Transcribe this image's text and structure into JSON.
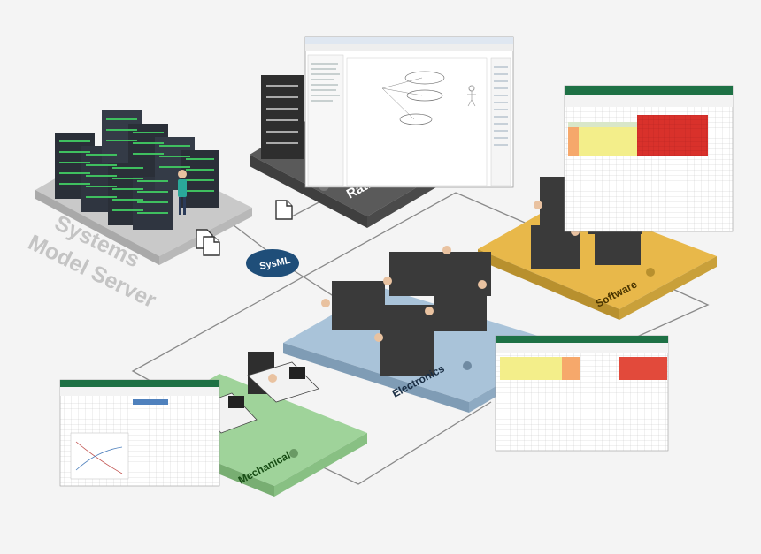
{
  "labels": {
    "server": [
      "Systems",
      "Model Server"
    ],
    "rhapsody": "Rational Rhapsody",
    "software": "Software",
    "electronics": "Electronics",
    "mechanical": "Mechanical",
    "sysml": "SysML"
  },
  "colors": {
    "server_platform": "#c9c9c9",
    "rhapsody_platform": "#5a5a5a",
    "software_platform": "#e8b84a",
    "electronics_platform": "#a9c3d9",
    "mechanical_platform": "#9fd39a",
    "sysml_badge": "#1f4e79",
    "connector": "#8a8a8a",
    "excel_green": "#1e7145",
    "req_red": "#d9312b",
    "req_yellow": "#f3ee8a"
  },
  "icons": [
    "document-icon",
    "documents-icon",
    "server-rack-icon",
    "person-icon",
    "monitor-icon"
  ]
}
